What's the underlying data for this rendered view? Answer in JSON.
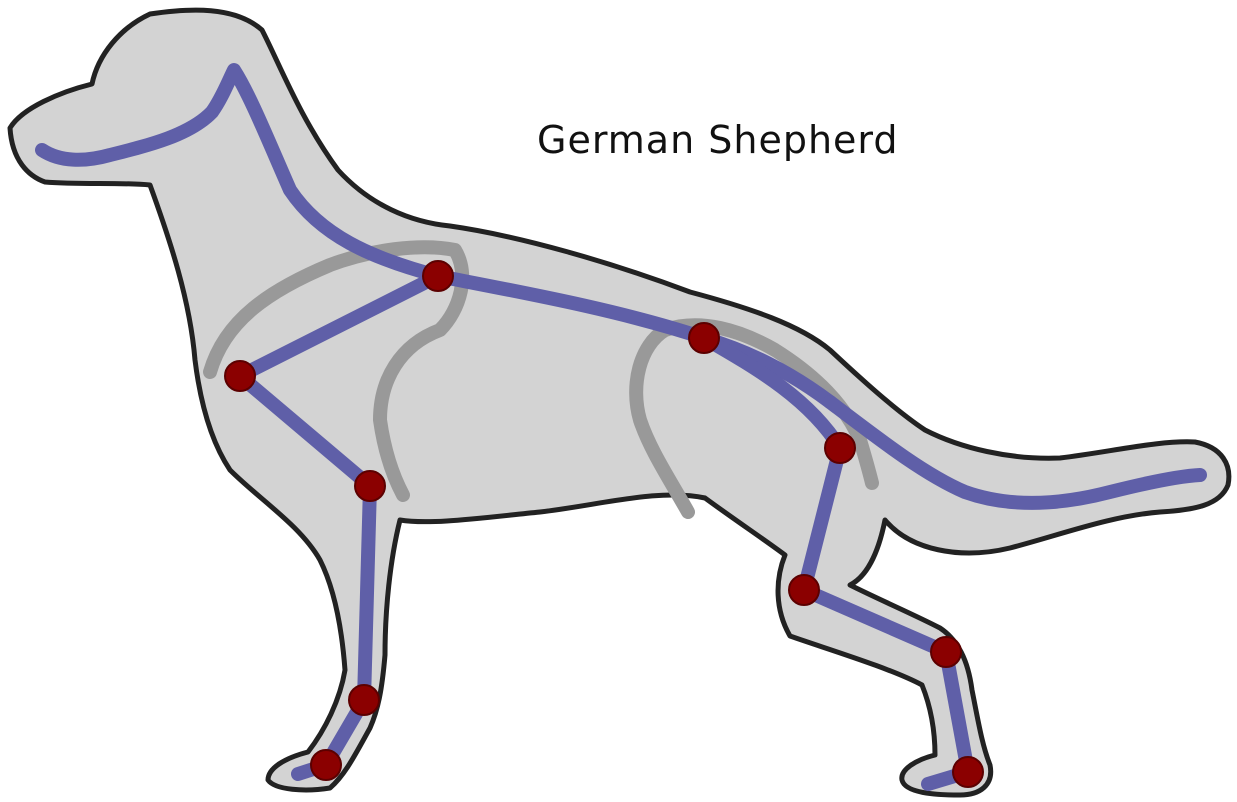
{
  "title": "German Shepherd",
  "colors": {
    "body_fill": "#d3d3d3",
    "outline": "#222222",
    "skeleton": "#5f5fa8",
    "muscle_guides": "#999999",
    "joint": "#8b0000"
  },
  "joints": [
    {
      "id": "shoulder-top",
      "name": "withers-joint"
    },
    {
      "id": "shoulder",
      "name": "shoulder-joint"
    },
    {
      "id": "elbow",
      "name": "elbow-joint"
    },
    {
      "id": "front-wrist",
      "name": "front-wrist-joint"
    },
    {
      "id": "front-paw",
      "name": "front-paw-joint"
    },
    {
      "id": "hip",
      "name": "hip-joint"
    },
    {
      "id": "knee",
      "name": "knee-joint"
    },
    {
      "id": "hock",
      "name": "hock-joint"
    },
    {
      "id": "rear-ankle",
      "name": "rear-ankle-joint"
    },
    {
      "id": "rear-paw",
      "name": "rear-paw-joint"
    }
  ]
}
